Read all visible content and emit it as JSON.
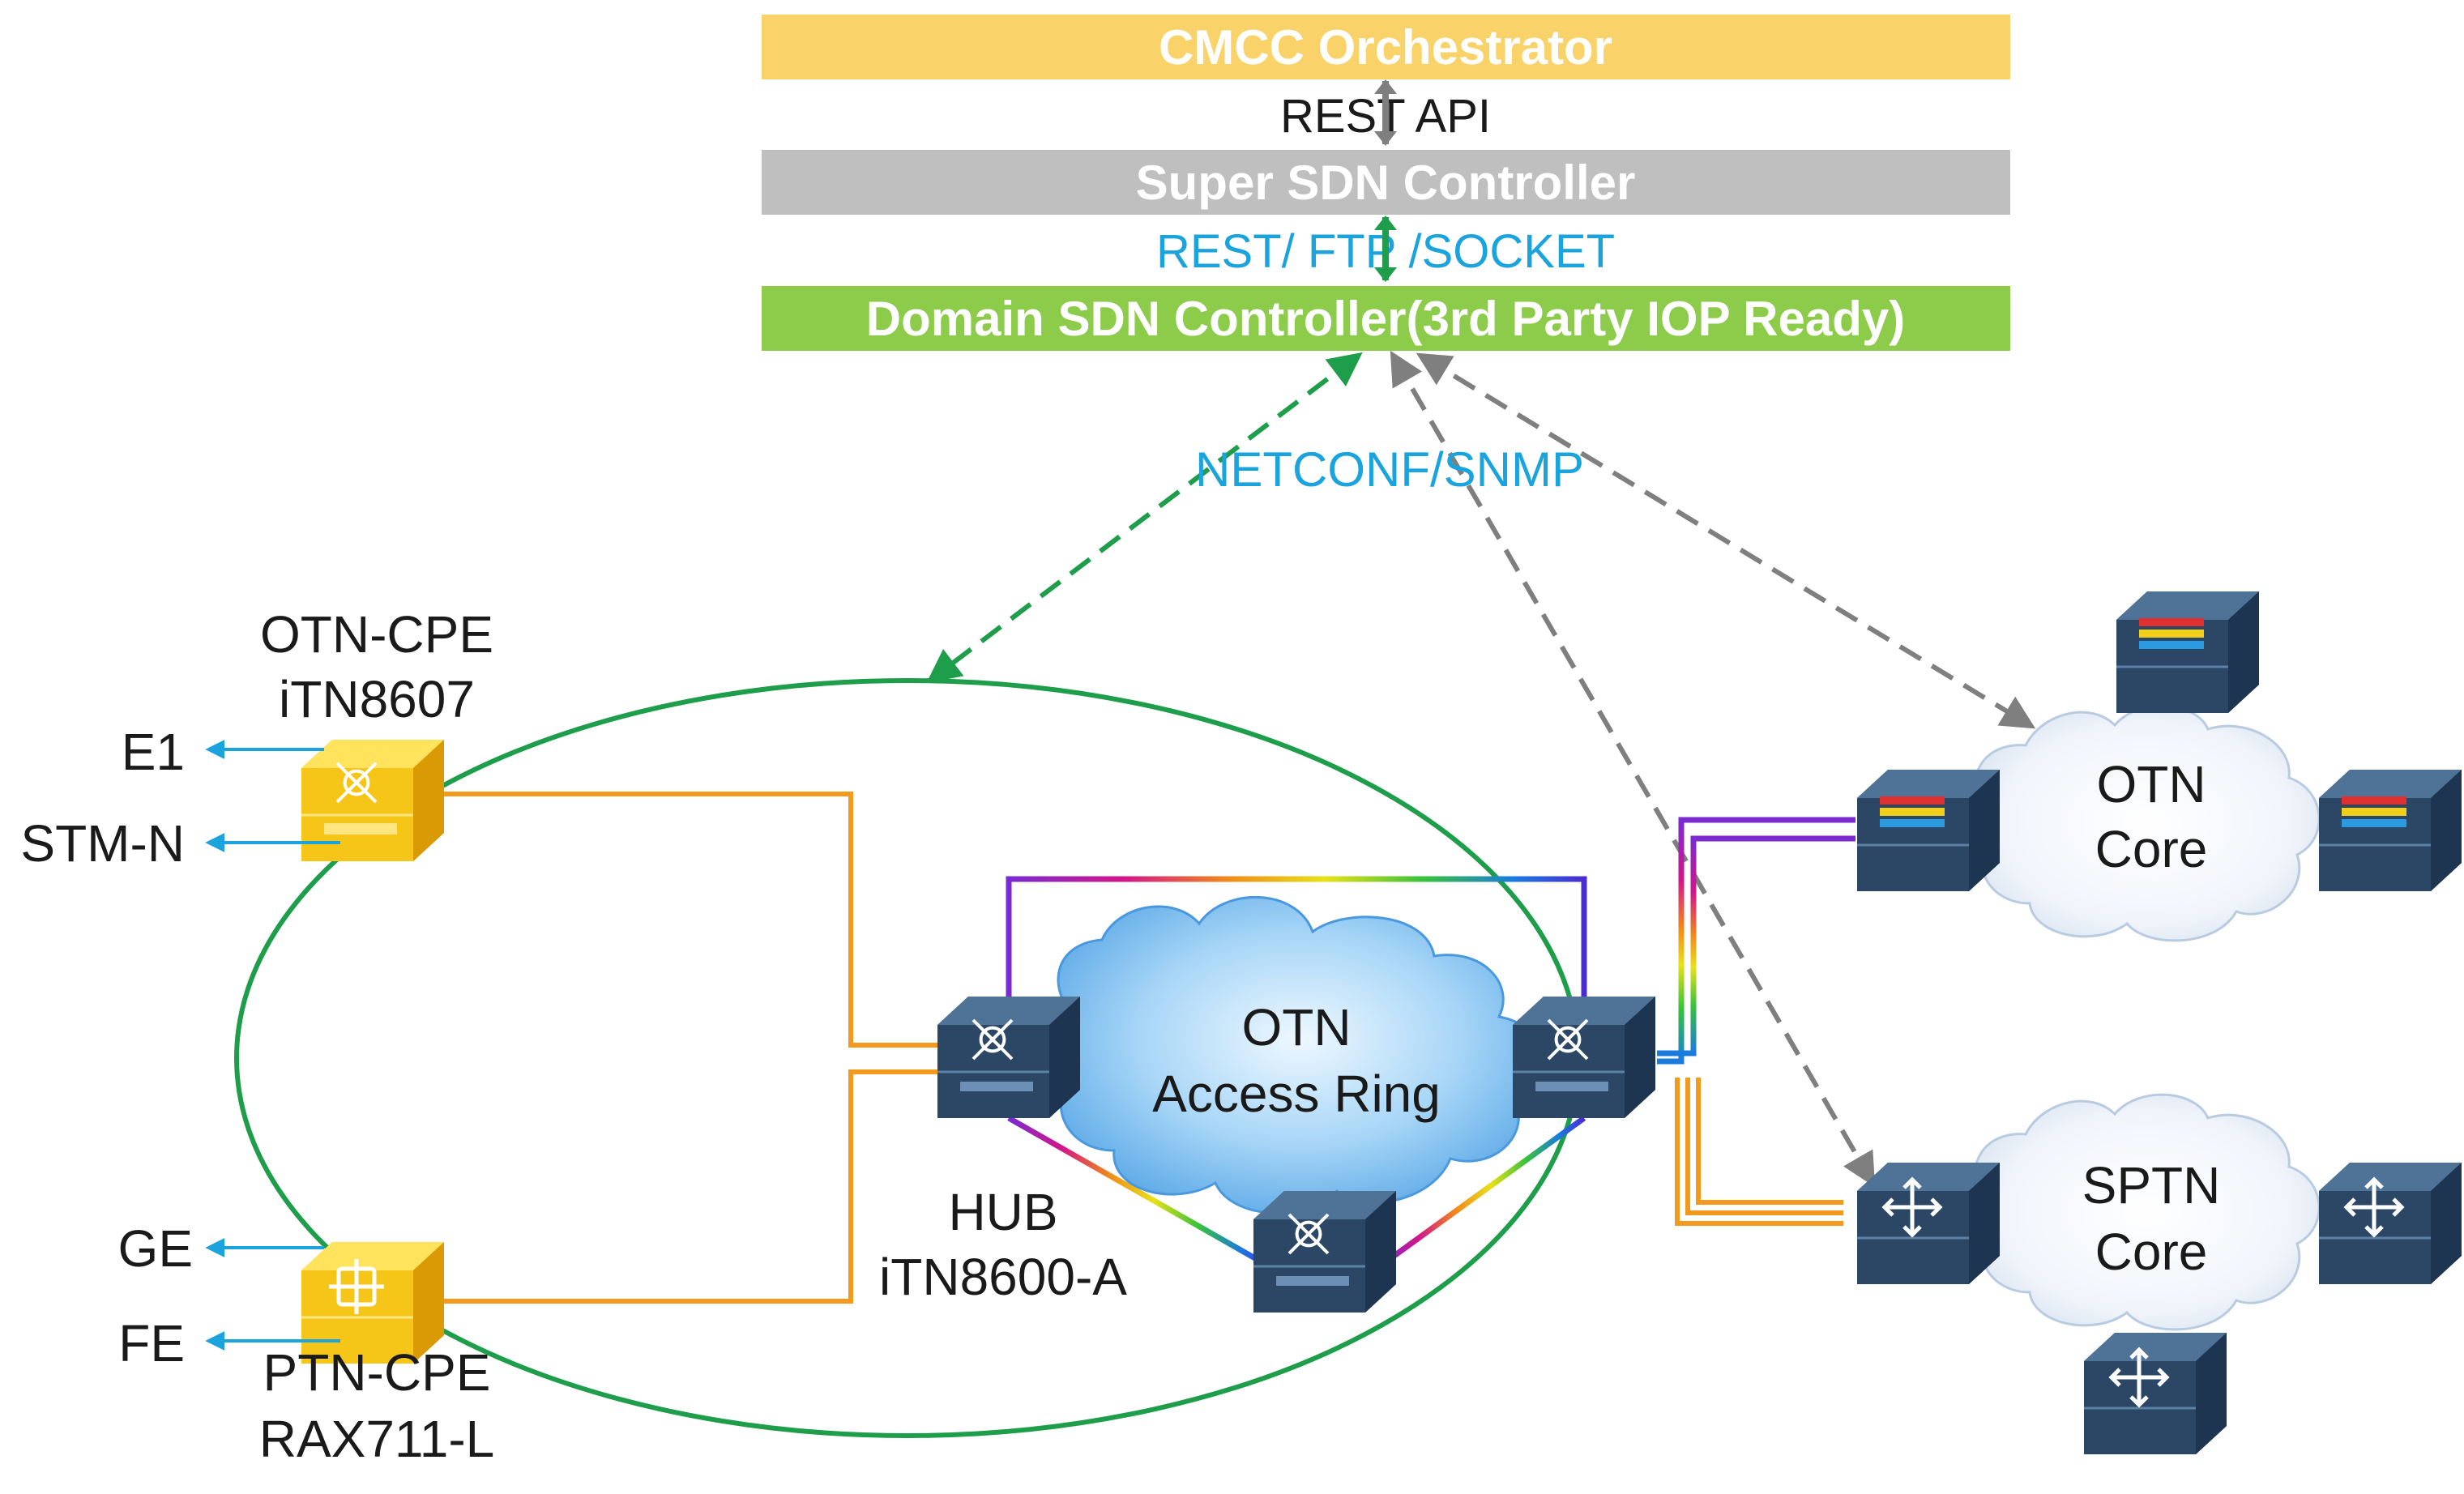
{
  "colors": {
    "orchestrator": "#F9D36A",
    "super_controller": "#BFBFBF",
    "domain_controller": "#8DCB4B",
    "protocol_blue": "#1AA3DC",
    "ring_green": "#1E9E4A",
    "fiber_orange": "#F39A1E",
    "mgmt_gray": "#7F7F7F",
    "device_blue": "#2D4A6B",
    "cpe_yellow": "#F5C518",
    "cloud_blue": "#9ED0F5"
  },
  "stack": {
    "orchestrator": "CMCC Orchestrator",
    "api_1": "REST API",
    "super_controller": "Super SDN Controller",
    "api_2": "REST/ FTP /SOCKET",
    "domain_controller": "Domain SDN Controller(3rd Party IOP Ready)"
  },
  "southbound": "NETCONF/SNMP",
  "otn_cpe": {
    "line1": "OTN-CPE",
    "line2": "iTN8607",
    "icon": "otn-cpe-switch-icon"
  },
  "ptn_cpe": {
    "line1": "PTN-CPE",
    "line2": "RAX711-L",
    "icon": "ptn-cpe-router-icon"
  },
  "services": {
    "e1": "E1",
    "stm": "STM-N",
    "ge": "GE",
    "fe": "FE"
  },
  "access_ring": {
    "line1": "OTN",
    "line2": "Access Ring"
  },
  "hub": {
    "line1": "HUB",
    "line2": "iTN8600-A"
  },
  "otn_core": {
    "line1": "OTN",
    "line2": "Core"
  },
  "sptn_core": {
    "line1": "SPTN",
    "line2": "Core"
  }
}
